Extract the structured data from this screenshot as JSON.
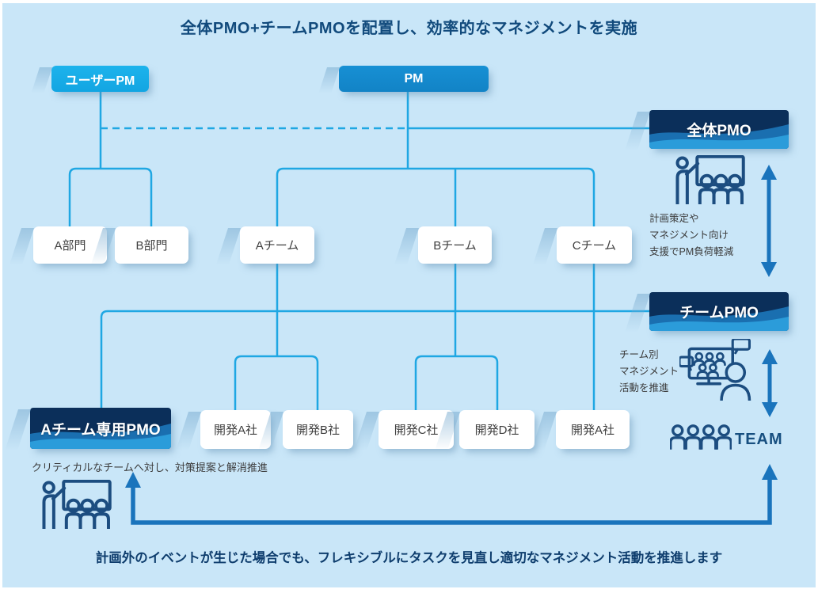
{
  "title": "全体PMO+チームPMOを配置し、効率的なマネジメントを実施",
  "org": {
    "user_pm": "ユーザーPM",
    "pm": "PM",
    "overall_pmo": "全体PMO",
    "team_pmo": "チームPMO",
    "a_team_pmo": "Aチーム専用PMO",
    "dept_a": "A部門",
    "dept_b": "B部門",
    "team_a": "Aチーム",
    "team_b": "Bチーム",
    "team_c": "Cチーム",
    "dev_a1": "開発A社",
    "dev_b": "開発B社",
    "dev_c": "開発C社",
    "dev_d": "開発D社",
    "dev_a2": "開発A社"
  },
  "notes": {
    "overall_pmo_note": [
      "計画策定や",
      "マネジメント向け",
      "支援でPM負荷軽減"
    ],
    "team_pmo_note": [
      "チーム別",
      "マネジメント",
      "活動を推進"
    ],
    "a_team_pmo_note": "クリティカルなチームへ対し、対策提案と解消推進",
    "bottom_note": "計画外のイベントが生じた場合でも、フレキシブルにタスクを見直し適切なマネジメント活動を推進します"
  },
  "labels": {
    "team": "TEAM"
  },
  "icons": [
    "presentation-icon",
    "video-meeting-icon",
    "team-members-icon"
  ],
  "colors": {
    "background": "#c9e6f8",
    "connector_blue": "#1fa7e3",
    "arrow_blue": "#1a74bc",
    "navy_box": "#0b2f5a",
    "cyan_box": "#17ade8",
    "blue_box": "#1489cd",
    "icon_stroke": "#1c4d80",
    "title_text": "#114a7c"
  }
}
